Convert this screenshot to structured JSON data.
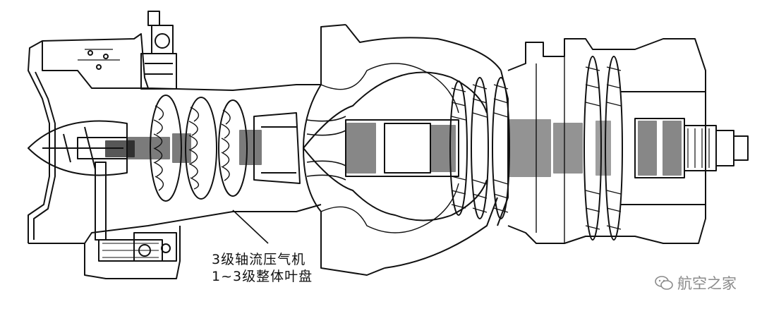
{
  "figure": {
    "subject": "engine-cross-section",
    "callout": {
      "line1": "3级轴流压气机",
      "line2": "1~3级整体叶盘"
    },
    "watermark": {
      "text": "航空之家",
      "icon": "chat-bubbles-icon"
    },
    "colors": {
      "ink": "#111111",
      "paper": "#ffffff",
      "watermark": "#8a8a8a"
    }
  }
}
